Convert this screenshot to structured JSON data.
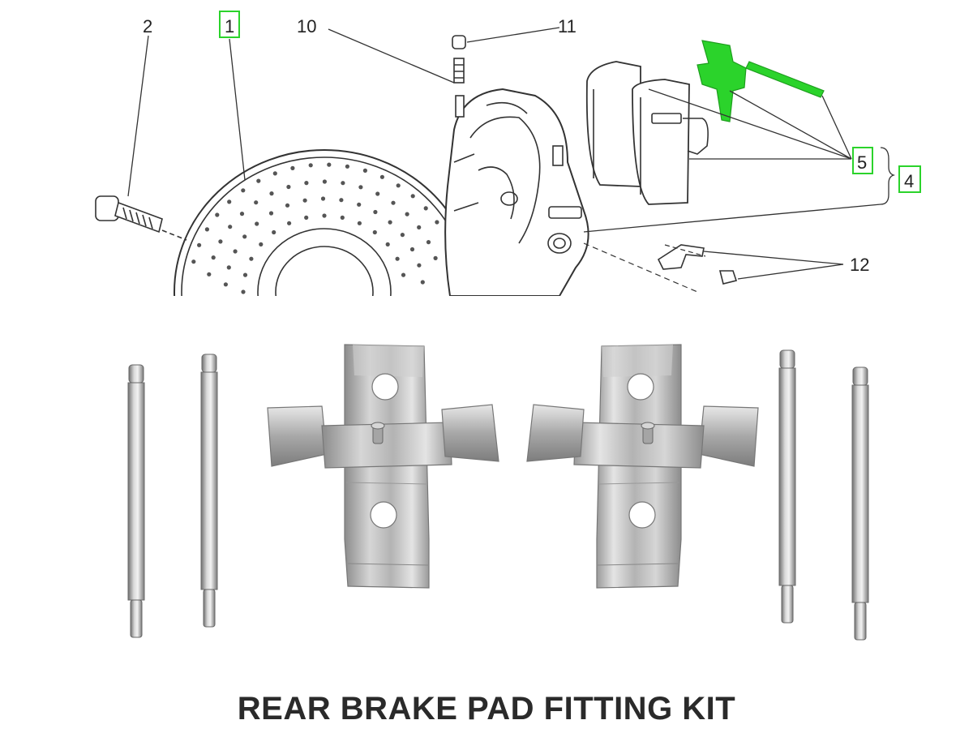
{
  "callouts": {
    "c1": "1",
    "c2": "2",
    "c4": "4",
    "c5": "5",
    "c10": "10",
    "c11": "11",
    "c12": "12"
  },
  "highlight_color": "#2bd32b",
  "caption": "REAR BRAKE PAD FITTING KIT"
}
